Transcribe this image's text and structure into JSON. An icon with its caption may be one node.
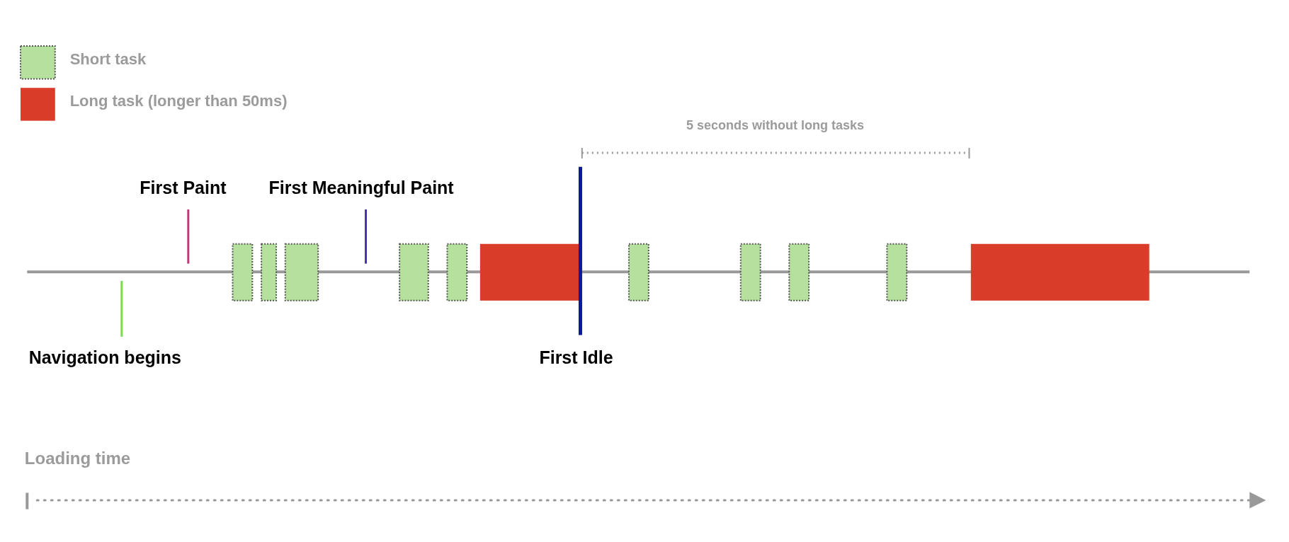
{
  "diagram": {
    "nodes": [
      {
        "text": [],
        "shape": "box"
      },
      {
        "text": [],
        "shape": "box"
      },
      {
        "text": [],
        "shape": "box"
      },
      {
        "text": [],
        "shape": "box"
      },
      {
        "text": [],
        "shape": "box"
      },
      {
        "text": [],
        "shape": "bar"
      },
      {
        "text": [],
        "shape": "box"
      },
      {
        "text": [],
        "shape": "box"
      },
      {
        "text": [],
        "shape": "box"
      },
      {
        "text": [],
        "shape": "box"
      },
      {
        "text": [],
        "shape": "bar"
      }
    ],
    "labels": [
      "5 seconds without long tasks",
      "First Paint",
      "First Meaningful Paint",
      "Navigation begins",
      "First Idle",
      "Loading time"
    ],
    "legend": [
      {
        "text": "Short task",
        "color": "#b5e09d"
      },
      {
        "text": "Long task (longer than 50ms)",
        "color": "#d93c28"
      }
    ]
  }
}
